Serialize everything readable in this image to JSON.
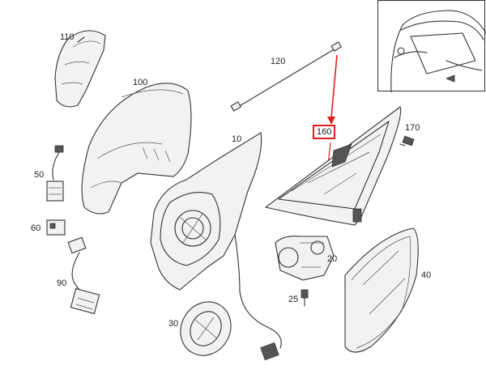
{
  "diagram": {
    "callouts": [
      {
        "key": "p110",
        "text": "110"
      },
      {
        "key": "p100",
        "text": "100"
      },
      {
        "key": "p120",
        "text": "120"
      },
      {
        "key": "p10",
        "text": "10"
      },
      {
        "key": "p160",
        "text": "160",
        "highlighted": true
      },
      {
        "key": "p170",
        "text": "170"
      },
      {
        "key": "p50",
        "text": "50"
      },
      {
        "key": "p60",
        "text": "60"
      },
      {
        "key": "p90",
        "text": "90"
      },
      {
        "key": "p20",
        "text": "20"
      },
      {
        "key": "p40",
        "text": "40"
      },
      {
        "key": "p25",
        "text": "25"
      },
      {
        "key": "p30",
        "text": "30"
      }
    ],
    "highlight_color": "#e0201c",
    "line_color": "#333333"
  }
}
